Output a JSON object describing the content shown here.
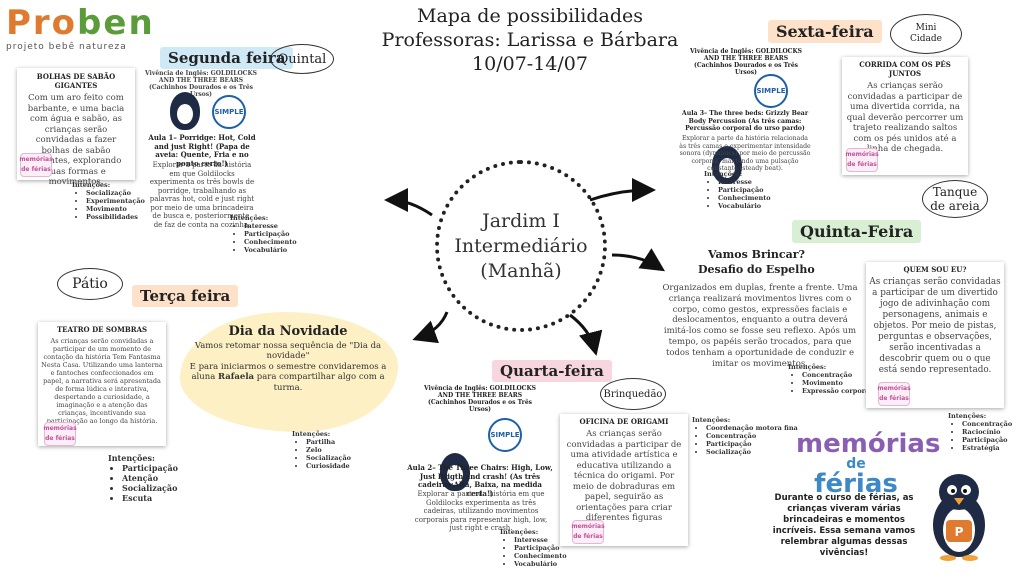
{
  "logo": {
    "brand_a": "Pro",
    "brand_b": "ben",
    "tagline": "projeto bebê natureza"
  },
  "header": {
    "line1": "Mapa de possibilidades",
    "line2": "Professoras: Larissa e Bárbara",
    "line3": "10/07-14/07"
  },
  "center": {
    "line1": "Jardim I",
    "line2": "Intermediário",
    "line3": "(Manhã)"
  },
  "badge_text": "memórias de férias",
  "simple_logo": "SIMPLE",
  "segunda": {
    "day": "Segunda feira",
    "place": "Quintal",
    "left_card": {
      "title": "BOLHAS DE SABÃO GIGANTES",
      "text": "Com um aro feito com barbante, e uma bacia com água e sabão, as crianças serão convidadas a fazer bolhas de sabão gigantes, explorando suas formas e movimentos."
    },
    "left_intents_label": "Intenções:",
    "left_intents": [
      "Socialização",
      "Experimentação",
      "Movimento",
      "Possibilidades"
    ],
    "english_header": "Vivência de Inglês: GOLDILOCKS AND THE THREE BEARS (Cachinhos Dourados e os Três Ursos)",
    "lesson_title": "Aula 1– Porridge: Hot, Cold and just Right! (Papa de aveia: Quente, Fria e no ponto certo!)",
    "lesson_text": "Explorar a parte da história em que Goldilocks experimenta os três bowls de porridge, trabalhando as palavras hot, cold e just right por meio de uma brincadeira de busca e, posteriormente, de faz de conta na cozinha.",
    "lesson_intents_label": "Intenções:",
    "lesson_intents": [
      "Interesse",
      "Participação",
      "Conhecimento",
      "Vocabulário"
    ]
  },
  "terca": {
    "place": "Pátio",
    "day": "Terça feira",
    "card_title": "TEATRO DE SOMBRAS",
    "card_text": "As crianças serão convidadas a participar de um momento de contação da história Tem Fantasma Nesta Casa. Utilizando uma lanterna e fantoches confeccionados em papel, a narrativa será apresentada de forma lúdica e interativa, despertando a curiosidade, a imaginação e a atenção das crianças, incentivando sua participação ao longo da história.",
    "intents_label": "Intenções:",
    "intents": [
      "Participação",
      "Atenção",
      "Socialização",
      "Escuta"
    ],
    "novidade_title": "Dia da Novidade",
    "novidade_text_a": "Vamos retomar nossa sequência de \"Dia da novidade\"",
    "novidade_text_b": "E para iniciarmos o semestre convidaremos a aluna",
    "novidade_name": "Rafaela",
    "novidade_text_c": "para compartilhar algo com a turma.",
    "novidade_intents_label": "Intenções:",
    "novidade_intents": [
      "Partilha",
      "Zelo",
      "Socialização",
      "Curiosidade"
    ]
  },
  "quarta": {
    "day": "Quarta-feira",
    "place": "Brinquedão",
    "english_header": "Vivência de Inglês: GOLDILOCKS AND THE THREE BEARS (Cachinhos Dourados e os Três Ursos)",
    "lesson_title": "Aula 2– The Three Chairs: High, Low, Just Rrigth and crash! (As três cadeiras:Alta, Baixa, na medida certa!)",
    "lesson_text": "Explorar a parte da história em que Goldilocks experimenta as três cadeiras, utilizando movimentos corporais para representar high, low, just right e crash.",
    "lesson_intents_label": "Intenções:",
    "lesson_intents": [
      "Interesse",
      "Participação",
      "Conhecimento",
      "Vocabulário"
    ],
    "card_title": "OFICINA DE ORIGAMI",
    "card_text": "As crianças serão convidadas a participar de uma atividade artística e educativa utilizando a técnica do origami. Por meio de dobraduras em papel, seguirão as orientações para criar diferentes figuras",
    "card_intents_label": "Intenções:",
    "card_intents": [
      "Coordenação motora fina",
      "Concentração",
      "Participação",
      "Socialização"
    ]
  },
  "quinta": {
    "day": "Quinta-Feira",
    "place": "Tanque de areia",
    "title_a": "Vamos Brincar?",
    "title_b": "Desafio do Espelho",
    "text": "Organizados em duplas, frente a frente. Uma criança realizará movimentos livres com o corpo, como gestos, expressões faciais e deslocamentos, enquanto a outra deverá imitá-los como se fosse seu reflexo. Após um tempo, os papéis serão trocados, para que todos tenham a oportunidade de conduzir e imitar os movimentos.",
    "intents_label": "Intenções:",
    "intents": [
      "Concentração",
      "Movimento",
      "Expressão corporal"
    ],
    "card_title": "QUEM SOU EU?",
    "card_text": "As crianças serão convidadas a participar de um divertido jogo de adivinhação com personagens, animais e objetos. Por meio de pistas, perguntas e observações, serão incentivadas a descobrir quem ou o que está sendo representado.",
    "card_intents_label": "Intenções:",
    "card_intents": [
      "Concentração",
      "Raciocínio",
      "Participação",
      "Estratégia"
    ]
  },
  "sexta": {
    "day": "Sexta-feira",
    "place": "Mini Cidade",
    "english_header": "Vivência de Inglês: GOLDILOCKS AND THE THREE BEARS (Cachinhos Dourados e os Três Ursos)",
    "lesson_title": "Aula 3– The three beds: Grizzly Bear Body Percussion (As três camas: Percussão corporal do urso pardo)",
    "lesson_text": "Explorar a parte da história relacionada às três camas e experimentar intensidade sonora (dynamics) por meio de percussão corporal, mantendo uma pulsação constante (steady beat).",
    "lesson_intents_label": "Intenções:",
    "lesson_intents": [
      "Interesse",
      "Participação",
      "Conhecimento",
      "Vocabulário"
    ],
    "card_title": "CORRIDA COM OS PÉS JUNTOS",
    "card_text": "As crianças serão convidadas a participar de uma divertida corrida, na qual deverão percorrer um trajeto realizando saltos com os pés unidos até a linha de chegada."
  },
  "ferias": {
    "logo_a": "memórias",
    "logo_b": "de",
    "logo_c": "férias",
    "text": "Durante o curso de férias, as crianças viveram várias brincadeiras e momentos incríveis. Essa semana vamos relembrar algumas dessas vivências!"
  }
}
